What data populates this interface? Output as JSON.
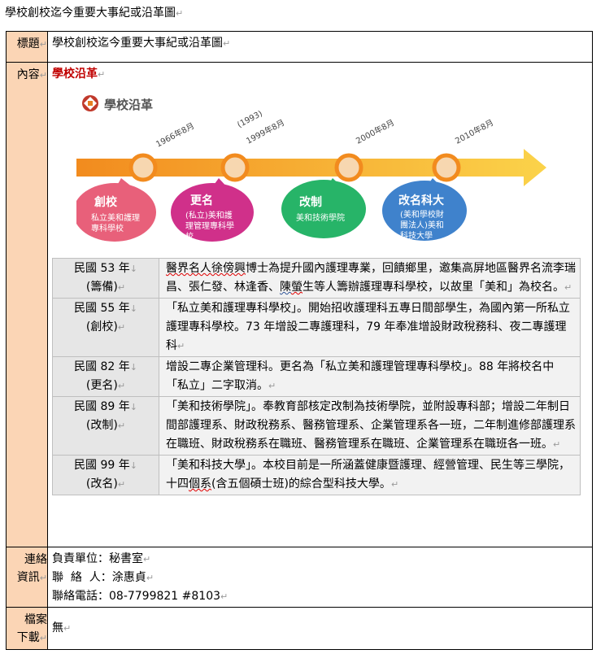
{
  "title": "學校創校迄今重要大事紀或沿革圖",
  "mark": "↵",
  "table": {
    "rows": {
      "title": {
        "label": "標題",
        "value": "學校創校迄今重要大事紀或沿革圖"
      },
      "content": {
        "label": "內容",
        "heading": "學校沿革",
        "graphic": {
          "header": "學校沿革",
          "dates": [
            "1966年8月",
            "(1993)",
            "1999年8月",
            "2000年8月",
            "2010年8月"
          ],
          "bubbles": [
            {
              "title": "創校",
              "lines": [
                "私立美和護理",
                "專科學校"
              ]
            },
            {
              "title": "更名",
              "lines": [
                "(私立)美和護",
                "理管理專科學",
                "校"
              ]
            },
            {
              "title": "改制",
              "lines": [
                "美和技術學院"
              ]
            },
            {
              "title": "改名科大",
              "lines": [
                "(美和學校財",
                "團法人)美和",
                "科技大學"
              ]
            }
          ]
        },
        "events": [
          {
            "year": "民國 53 年",
            "tag": "(籌備)",
            "desc": [
              "醫界名人",
              "徐傍興",
              "博士為提升國內護理專業，回饋鄉里，邀集高屏地區醫界名流李瑞昌、張仁發、林逢香、",
              "陳",
              "螢",
              "生等人籌辦護理專科學校，以故里「美和」為校名。"
            ]
          },
          {
            "year": "民國 55 年",
            "tag": "(創校)",
            "desc": "「私立美和護理專科學校」。開始招收護理科五專日間部學生，為國內第一所私立護理專科學校。73 年增設二專護理科，79 年奉准增設財政稅務科、夜二專護理科"
          },
          {
            "year": "民國 82 年",
            "tag": "(更名)",
            "desc": "增設二專企業管理科。更名為「私立美和護理管理專科學校」。88 年將校名中「私立」二字取消。"
          },
          {
            "year": "民國 89 年",
            "tag": "(改制)",
            "desc": "「美和技術學院」。奉教育部核定改制為技術學院，並附設專科部；增設二年制日間部護理系、財政稅務系、醫務管理系、企業管理系各一班，二年制進修部護理系在職班、財政稅務系在職班、醫務管理系在職班、企業管理系在職班各一班。"
          },
          {
            "year": "民國 99 年",
            "tag": "(改名)",
            "desc": [
              "「美和科技大學」。本校目前是一所涵蓋健康暨護理、經營管理、民生等三學院，十四",
              "個系",
              "(含五個碩士班)的綜合型科技大學。"
            ]
          }
        ]
      },
      "contact": {
        "label": [
          "連絡",
          "資訊"
        ],
        "unit": "負責單位：秘書室",
        "person": "聯  絡  人：涂惠貞",
        "phone": "聯絡電話：08-7799821 #8103"
      },
      "download": {
        "label": [
          "檔案",
          "下載"
        ],
        "value": "無"
      }
    }
  },
  "colors": {
    "label_bg": "#fbd5b5",
    "heading": "#c00000",
    "arrow": "#f5a623",
    "bubble_1": "#e8607a",
    "bubble_2": "#d0308a",
    "bubble_3": "#27b468",
    "bubble_4": "#3f82cc"
  }
}
